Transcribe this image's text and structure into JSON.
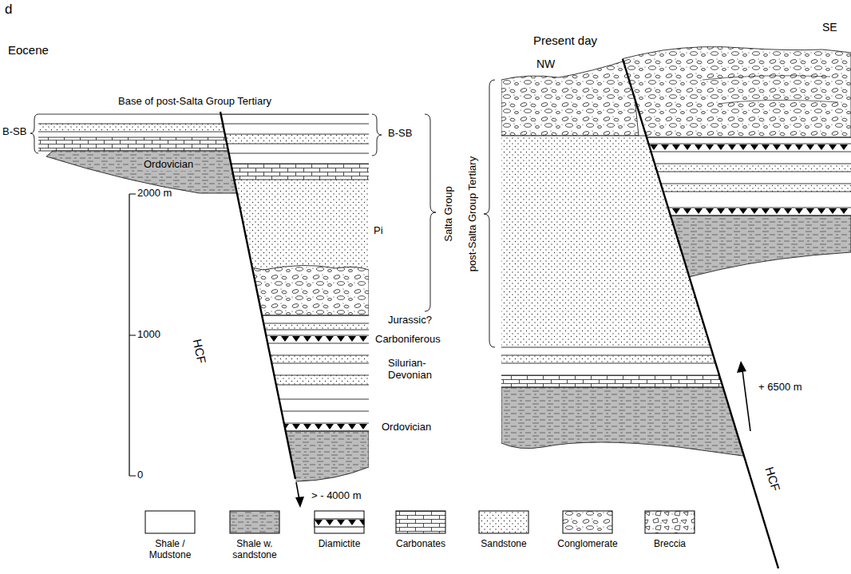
{
  "diagram": {
    "labels": [
      "d",
      "Eocene",
      "Base of post-Salta Group Tertiary",
      "B-SB",
      "B-SB",
      "Ordovician",
      "Salta Group",
      "Pi",
      "Jurassic?",
      "Carboniferous",
      "Silurian- Devonian",
      "Ordovician",
      "HCF",
      "2000 m",
      "1000",
      "0",
      "> - 4000 m",
      "Present day",
      "NW",
      "SE",
      "post-Salta Group Tertiary",
      "+ 6500 m",
      "HCF"
    ],
    "legend": [
      {
        "text": "Shale / Mudstone"
      },
      {
        "text": "Shale w. sandstone"
      },
      {
        "text": "Diamictite"
      },
      {
        "text": "Carbonates"
      },
      {
        "text": "Sandstone"
      },
      {
        "text": "Conglomerate"
      },
      {
        "text": "Breccia"
      }
    ]
  }
}
